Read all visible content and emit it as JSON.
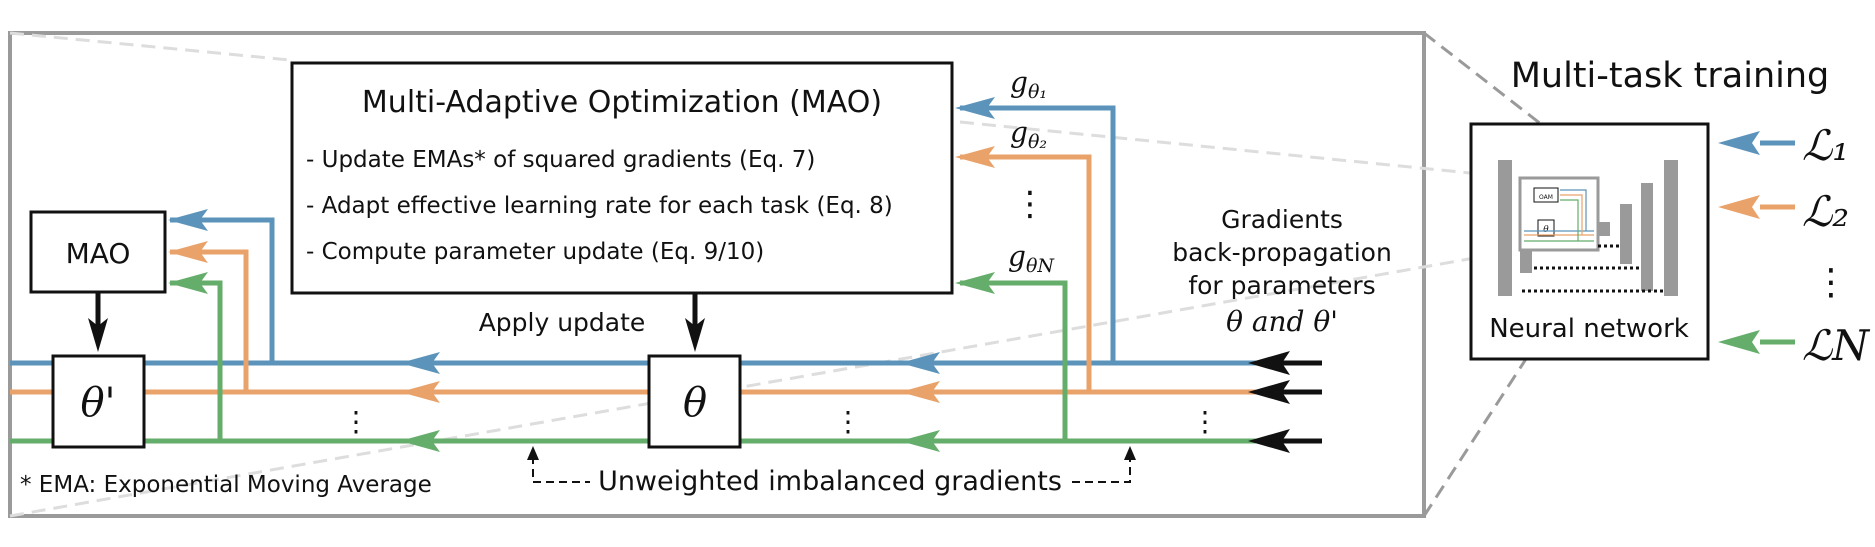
{
  "colors": {
    "blue": "#5b93ba",
    "orange": "#e9a26a",
    "green": "#65ad6a",
    "frame": "#9a9a9a",
    "black": "#111111"
  },
  "mao_box": {
    "title": "Multi-Adaptive Optimization (MAO)",
    "items": [
      "- Update EMAs* of squared gradients (Eq. 7)",
      "- Adapt effective learning rate for each task (Eq. 8)",
      "- Compute parameter update (Eq. 9/10)"
    ]
  },
  "small_mao": {
    "label": "MAO"
  },
  "theta_prime_box": {
    "label": "θ'"
  },
  "theta_box": {
    "label": "θ"
  },
  "apply_update": "Apply update",
  "gradient_labels": {
    "g1": "g",
    "g1_sub": "θ₁",
    "g2": "g",
    "g2_sub": "θ₂",
    "gN": "g",
    "gN_sub": "θN",
    "dots": "⋮"
  },
  "gradients_text": {
    "line1": "Gradients",
    "line2": "back-propagation",
    "line3": "for parameters",
    "line4": "θ and θ'"
  },
  "ellipsis": "⋮",
  "unweighted": "Unweighted imbalanced gradients",
  "footnote": "* EMA: Exponential Moving Average",
  "multitask": {
    "title": "Multi-task training",
    "network_label": "Neural network",
    "loss_1": "ℒ₁",
    "loss_2": "ℒ₂",
    "loss_dots": "⋮",
    "loss_N": "ℒN",
    "mini_mao": "OAM",
    "mini_theta": "θ"
  }
}
